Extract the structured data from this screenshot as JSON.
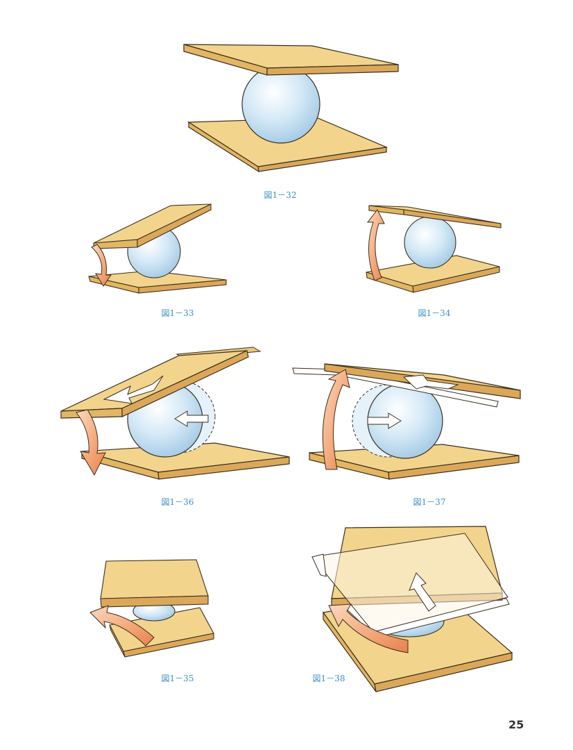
{
  "captions": {
    "fig_1_32": "図1－32",
    "fig_1_33": "図1－33",
    "fig_1_34": "図1－34",
    "fig_1_36": "図1－36",
    "fig_1_37": "図1－37",
    "fig_1_35": "図1－35",
    "fig_1_38": "図1－38"
  },
  "page_number": "25",
  "colors": {
    "board_top": "#f2d48c",
    "board_edge": "#e2b663",
    "outline": "#3a2e1e",
    "sphere": "#cfe6f5",
    "arrow_orange": "#f0a070",
    "caption": "#3f8fc9"
  },
  "icons": [
    "curved-arrow-icon",
    "straight-arrow-icon"
  ]
}
